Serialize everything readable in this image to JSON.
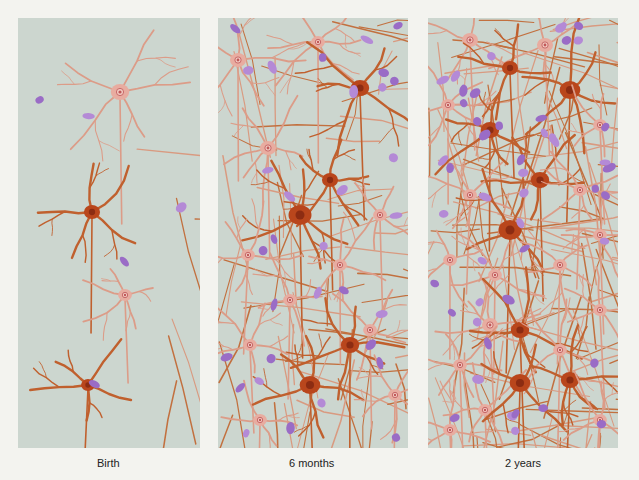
{
  "diagram": {
    "labels": [
      "Birth",
      "6 months",
      "2 years"
    ]
  }
}
